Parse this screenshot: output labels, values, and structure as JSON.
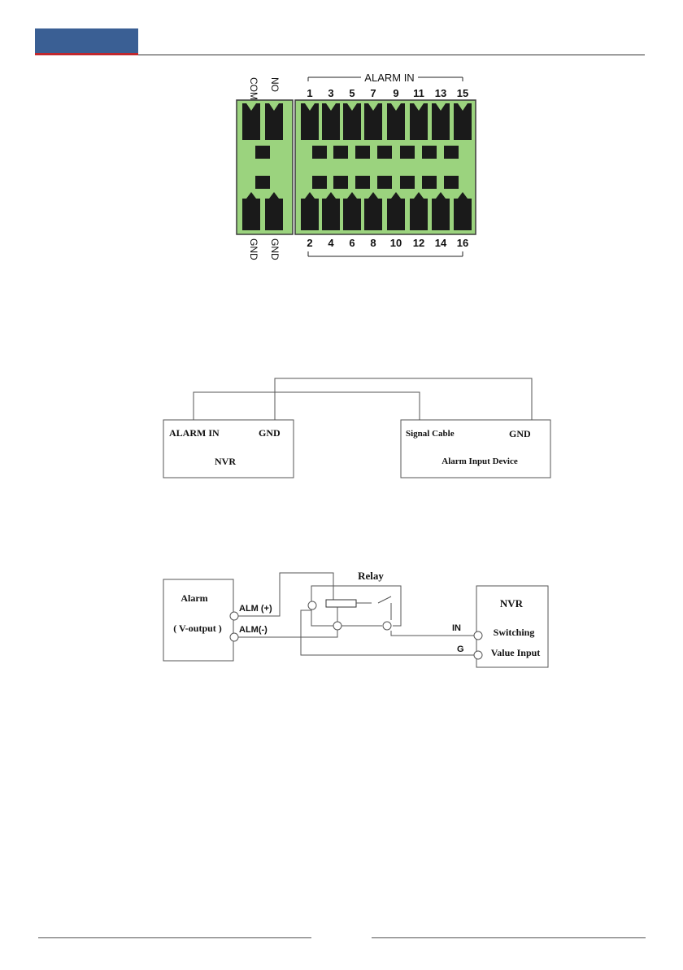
{
  "terminal_block": {
    "alarm_in_title": "ALARM IN",
    "top_pins": [
      "1",
      "3",
      "5",
      "7",
      "9",
      "11",
      "13",
      "15"
    ],
    "bottom_pins": [
      "2",
      "4",
      "6",
      "8",
      "10",
      "12",
      "14",
      "16"
    ],
    "relay_top_labels": [
      "COM",
      "NO"
    ],
    "relay_bottom_labels": [
      "GND",
      "GND"
    ],
    "colors": {
      "block_fill": "#9bd37e",
      "terminal": "#1a1a1a"
    }
  },
  "wiring_diagram": {
    "nvr_box": {
      "alarm_in": "ALARM IN",
      "gnd": "GND",
      "name": "NVR"
    },
    "device_box": {
      "signal": "Signal Cable",
      "gnd": "GND",
      "name": "Alarm Input Device"
    }
  },
  "relay_diagram": {
    "alarm_box": {
      "title": "Alarm",
      "subtitle": "( V-output )"
    },
    "alm_plus": "ALM (+)",
    "alm_minus": "ALM(-)",
    "relay_title": "Relay",
    "in_label": "IN",
    "g_label": "G",
    "nvr_box": {
      "title": "NVR",
      "line1": "Switching",
      "line2": "Value Input"
    }
  }
}
